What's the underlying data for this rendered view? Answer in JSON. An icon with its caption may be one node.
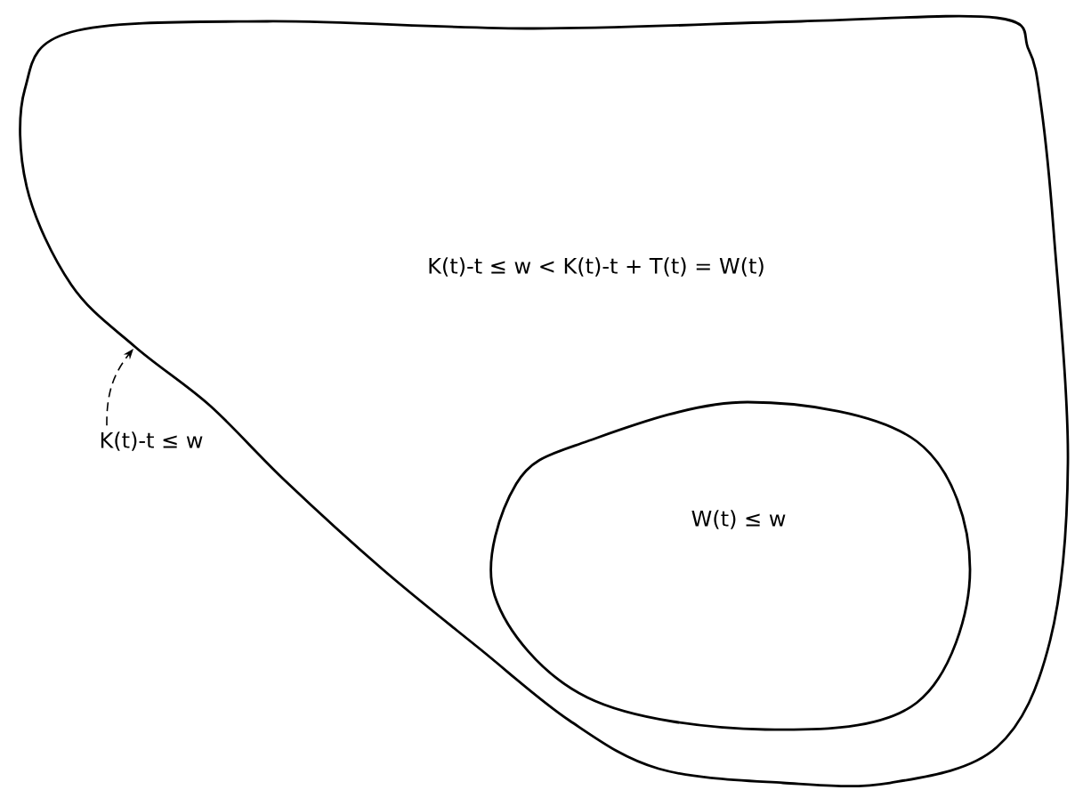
{
  "diagram": {
    "nodes": [
      {
        "text": [
          "K(t)-t ≤ w < K(t)-t + T(t) = W(t)"
        ]
      },
      {
        "text": [
          "W(t) ≤ w"
        ],
        "in": 0
      },
      {
        "text": [
          "K(t)-t ≤ w"
        ]
      }
    ],
    "edges": [
      {
        "from": 2,
        "to": 0,
        "arrow": "to",
        "style": "dashed"
      }
    ]
  }
}
